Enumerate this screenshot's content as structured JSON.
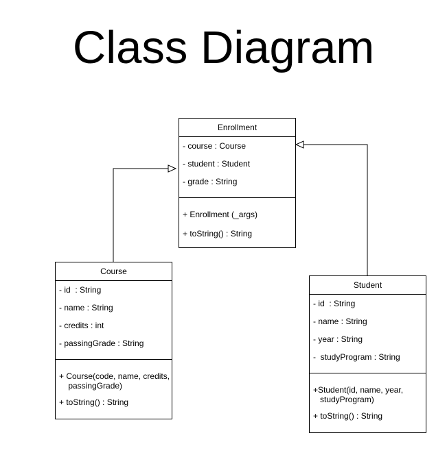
{
  "title": "Class Diagram",
  "classes": {
    "enrollment": {
      "name": "Enrollment",
      "attributes": [
        "- course : Course",
        "- student : Student",
        "- grade : String"
      ],
      "methods": [
        "+ Enrollment (_args)",
        "+ toString() : String"
      ]
    },
    "course": {
      "name": "Course",
      "attributes": [
        "- id  : String",
        "- name : String",
        "- credits : int",
        "- passingGrade : String"
      ],
      "methods": [
        "+ Course(code, name, credits,\n    passingGrade)",
        "+ toString() : String"
      ]
    },
    "student": {
      "name": "Student",
      "attributes": [
        "- id  : String",
        "- name : String",
        "- year : String",
        "-  studyProgram : String"
      ],
      "methods": [
        "+Student(id, name, year,\n   studyProgram)",
        "+ toString() : String"
      ]
    }
  }
}
